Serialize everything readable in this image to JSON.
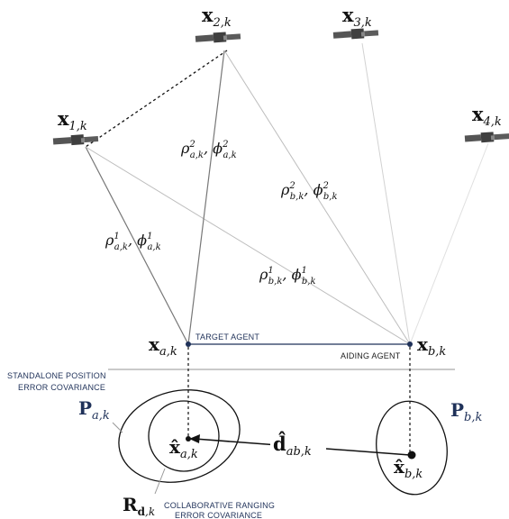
{
  "satellites": [
    {
      "name": "satellite-1",
      "label_bold": "x",
      "label_sub": "1,k"
    },
    {
      "name": "satellite-2",
      "label_bold": "x",
      "label_sub": "2,k"
    },
    {
      "name": "satellite-3",
      "label_bold": "x",
      "label_sub": "3,k"
    },
    {
      "name": "satellite-4",
      "label_bold": "x",
      "label_sub": "4,k"
    }
  ],
  "measurements": {
    "a1": {
      "rho": "ρ",
      "sup": "1",
      "sub": "a,k",
      "phi": "ϕ",
      "phi_sup": "1",
      "phi_sub": "a,k"
    },
    "a2": {
      "rho": "ρ",
      "sup": "2",
      "sub": "a,k",
      "phi": "ϕ",
      "phi_sup": "2",
      "phi_sub": "a,k"
    },
    "b1": {
      "rho": "ρ",
      "sup": "1",
      "sub": "b,k",
      "phi": "ϕ",
      "phi_sup": "1",
      "phi_sub": "b,k"
    },
    "b2": {
      "rho": "ρ",
      "sup": "2",
      "sub": "b,k",
      "phi": "ϕ",
      "phi_sup": "2",
      "phi_sub": "b,k"
    }
  },
  "agents": {
    "target": {
      "label_bold": "x",
      "label_sub": "a,k",
      "caption": "TARGET AGENT"
    },
    "aiding": {
      "label_bold": "x",
      "label_sub": "b,k",
      "caption": "AIDING AGENT"
    }
  },
  "estimates": {
    "a": {
      "label_bold": "x̂",
      "label_sub": "a,k"
    },
    "b": {
      "label_bold": "x̂",
      "label_sub": "b,k"
    },
    "d": {
      "label_bold": "d̂",
      "label_sub": "ab,k"
    }
  },
  "covariances": {
    "Pa": {
      "label_bold": "P",
      "label_sub": "a,k"
    },
    "Pb": {
      "label_bold": "P",
      "label_sub": "b,k"
    },
    "Rd": {
      "label_bold": "R",
      "label_sub_bold": "d",
      "label_sub": ",k"
    }
  },
  "captions": {
    "standalone_line1": "STANDALONE POSITION",
    "standalone_line2": "ERROR COVARIANCE",
    "collab_line1": "COLLABORATIVE RANGING",
    "collab_line2": "ERROR COVARIANCE"
  },
  "colors": {
    "navy": "#1f3159",
    "satellite_body": "#4a4a4a",
    "line_dark": "#666666",
    "line_light": "#c8c8c8"
  }
}
